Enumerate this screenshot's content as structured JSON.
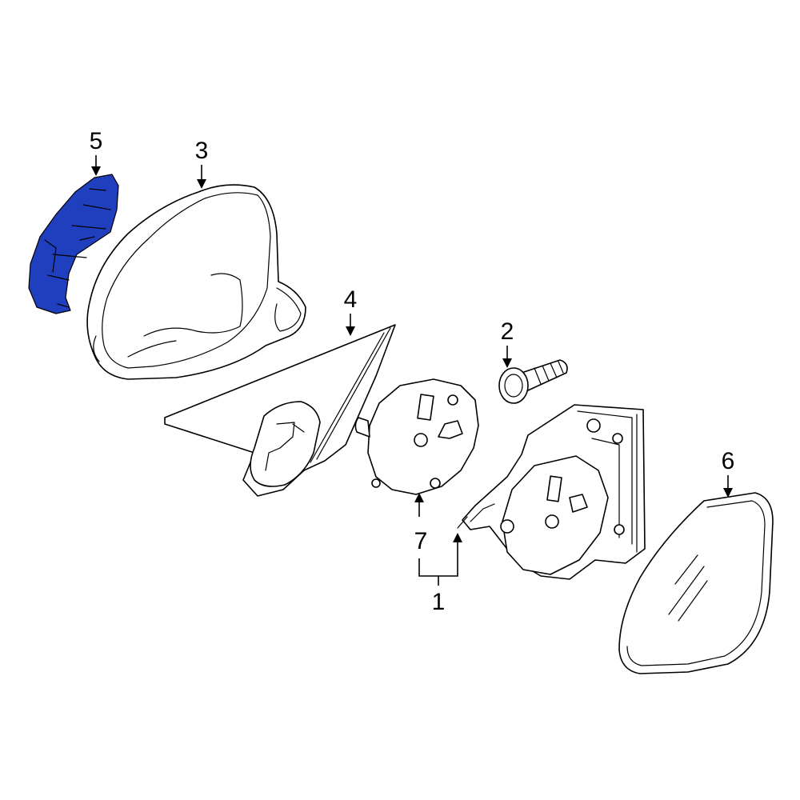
{
  "diagram": {
    "highlight_color": "#1f3fbf",
    "line_color": "#000000",
    "background_color": "#ffffff",
    "parts": [
      {
        "id": "mirror-assembly",
        "callout": "1"
      },
      {
        "id": "screw",
        "callout": "2"
      },
      {
        "id": "mirror-housing",
        "callout": "3"
      },
      {
        "id": "mount-cover",
        "callout": "4"
      },
      {
        "id": "cover-cap",
        "callout": "5",
        "highlighted": true
      },
      {
        "id": "mirror-glass",
        "callout": "6"
      },
      {
        "id": "actuator",
        "callout": "7"
      }
    ],
    "callouts": {
      "c1": "1",
      "c2": "2",
      "c3": "3",
      "c4": "4",
      "c5": "5",
      "c6": "6",
      "c7": "7"
    }
  }
}
